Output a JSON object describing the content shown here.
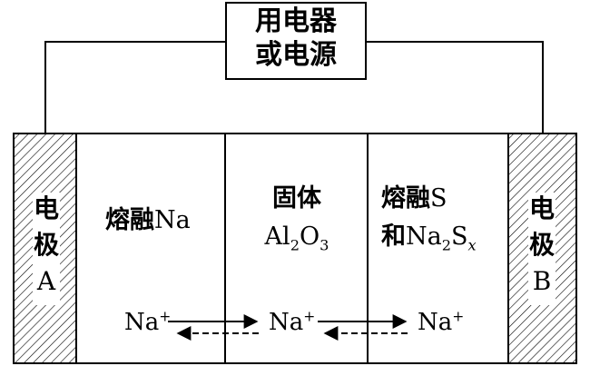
{
  "device": {
    "line1": "用电器",
    "line2": "或电源"
  },
  "electrode_a": {
    "char1": "电",
    "char2": "极",
    "letter": "A"
  },
  "electrode_b": {
    "char1": "电",
    "char2": "极",
    "letter": "B"
  },
  "left_chamber": {
    "cjk": "熔融",
    "formula": "Na"
  },
  "middle_chamber": {
    "cjk": "固体",
    "formula_al": "Al",
    "sub_al": "2",
    "formula_o": "O",
    "sub_o": "3"
  },
  "right_chamber": {
    "line1_cjk": "熔融",
    "line1_formula": "S",
    "line2_cjk": "和",
    "line2_na": "Na",
    "line2_sub": "2",
    "line2_s": "S",
    "line2_subx": "x"
  },
  "ions": {
    "base": "Na",
    "charge": "+"
  }
}
